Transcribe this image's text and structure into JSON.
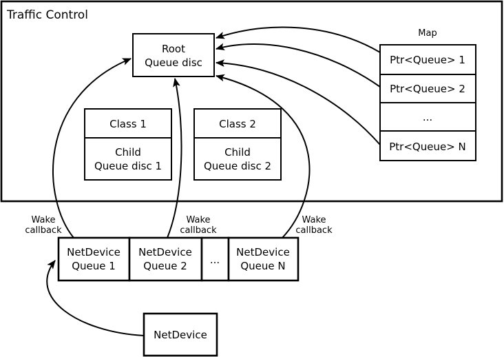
{
  "colors": {
    "line": "#000000",
    "background": "#ffffff"
  },
  "frame": {
    "title": "Traffic Control"
  },
  "root_queue_disc": {
    "line1": "Root",
    "line2": "Queue disc"
  },
  "class1": {
    "header": "Class 1",
    "child_line1": "Child",
    "child_line2": "Queue disc 1"
  },
  "class2": {
    "header": "Class 2",
    "child_line1": "Child",
    "child_line2": "Queue disc 2"
  },
  "map": {
    "title": "Map",
    "cells": [
      "Ptr<Queue> 1",
      "Ptr<Queue> 2",
      "...",
      "Ptr<Queue> N"
    ]
  },
  "wake_callback": {
    "line1": "Wake",
    "line2": "callback"
  },
  "netdevice_queues": {
    "q1": {
      "line1": "NetDevice",
      "line2": "Queue 1"
    },
    "q2": {
      "line1": "NetDevice",
      "line2": "Queue 2"
    },
    "dots": "...",
    "qn": {
      "line1": "NetDevice",
      "line2": "Queue N"
    }
  },
  "netdevice": {
    "label": "NetDevice"
  }
}
